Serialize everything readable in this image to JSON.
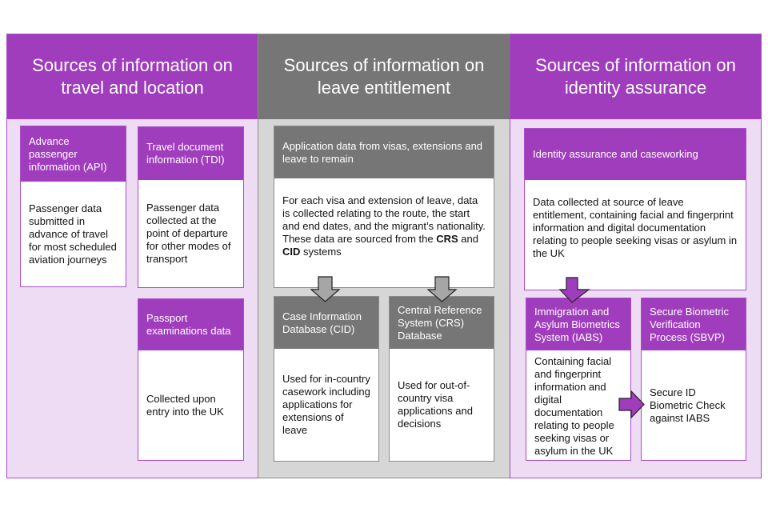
{
  "columns": [
    {
      "title": "Sources of information on travel and location",
      "theme": "purple",
      "boxes": [
        {
          "title": "Advance passenger information (API)",
          "body": "Passenger data submitted in advance of travel for most scheduled aviation journeys"
        },
        {
          "title": "Travel document information (TDI)",
          "body": "Passenger data collected at the point of departure for other modes of transport"
        },
        {
          "title": "Passport examinations data",
          "body": "Collected upon entry into the UK"
        }
      ]
    },
    {
      "title": "Sources of information on leave entitlement",
      "theme": "gray",
      "boxes": [
        {
          "title": "Application data from visas, extensions and leave to remain",
          "body_parts": {
            "pre": "For each visa and extension of leave, data is collected relating to the route, the start and end dates, and the migrant’s nationality. These data are sourced from the ",
            "bold1": "CRS",
            "mid": " and ",
            "bold2": "CID",
            "post": " systems"
          }
        },
        {
          "title": "Case Information Database (CID)",
          "body": "Used for in-country casework including applications for extensions of leave"
        },
        {
          "title": "Central Reference System (CRS) Database",
          "body": "Used for out-of-country visa applications and decisions"
        }
      ]
    },
    {
      "title": "Sources of information on identity assurance",
      "theme": "purple",
      "boxes": [
        {
          "title": "Identity assurance and caseworking",
          "body": "Data collected at source of leave entitlement, containing facial and fingerprint information and digital documentation relating to people seeking visas or asylum in the UK"
        },
        {
          "title": "Immigration and Asylum Biometrics System (IABS)",
          "body": "Containing facial and fingerprint information and digital documentation relating to people seeking visas or asylum in the UK"
        },
        {
          "title": "Secure Biometric Verification Process (SBVP)",
          "body": "Secure ID Biometric Check against IABS"
        }
      ]
    }
  ],
  "arrows": [
    {
      "from": "Application data from visas, extensions and leave to remain",
      "to": "Case Information Database (CID)",
      "direction": "down",
      "color": "#a6a6a6"
    },
    {
      "from": "Application data from visas, extensions and leave to remain",
      "to": "Central Reference System (CRS) Database",
      "direction": "down",
      "color": "#a6a6a6"
    },
    {
      "from": "Identity assurance and caseworking",
      "to": "Immigration and Asylum Biometrics System (IABS)",
      "direction": "down",
      "color": "#9f3dbd"
    },
    {
      "from": "Immigration and Asylum Biometrics System (IABS)",
      "to": "Secure Biometric Verification Process (SBVP)",
      "direction": "right",
      "color": "#9f3dbd"
    }
  ],
  "colors": {
    "purple_header": "#9f3dbd",
    "purple_background": "#eddcf3",
    "gray_header": "#767676",
    "gray_background": "#d6d6d6"
  }
}
